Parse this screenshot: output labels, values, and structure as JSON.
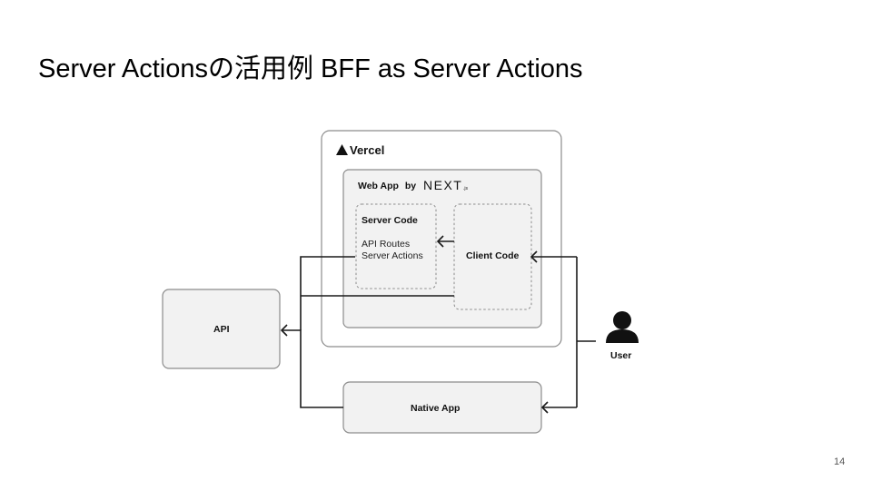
{
  "slide": {
    "title": "Server Actionsの活用例 BFF as Server Actions",
    "page_number": "14"
  },
  "diagram": {
    "platform": {
      "label": "Vercel",
      "icon": "triangle-logo-icon"
    },
    "web_app": {
      "label": "Web App",
      "by": "by",
      "framework_logo": "NEXT",
      "framework_suffix": ".js"
    },
    "server_code": {
      "title": "Server Code",
      "items": [
        "API Routes",
        "Server Actions"
      ]
    },
    "client_code": {
      "label": "Client Code"
    },
    "api": {
      "label": "API"
    },
    "native_app": {
      "label": "Native App"
    },
    "user": {
      "label": "User",
      "icon": "user-icon"
    }
  }
}
